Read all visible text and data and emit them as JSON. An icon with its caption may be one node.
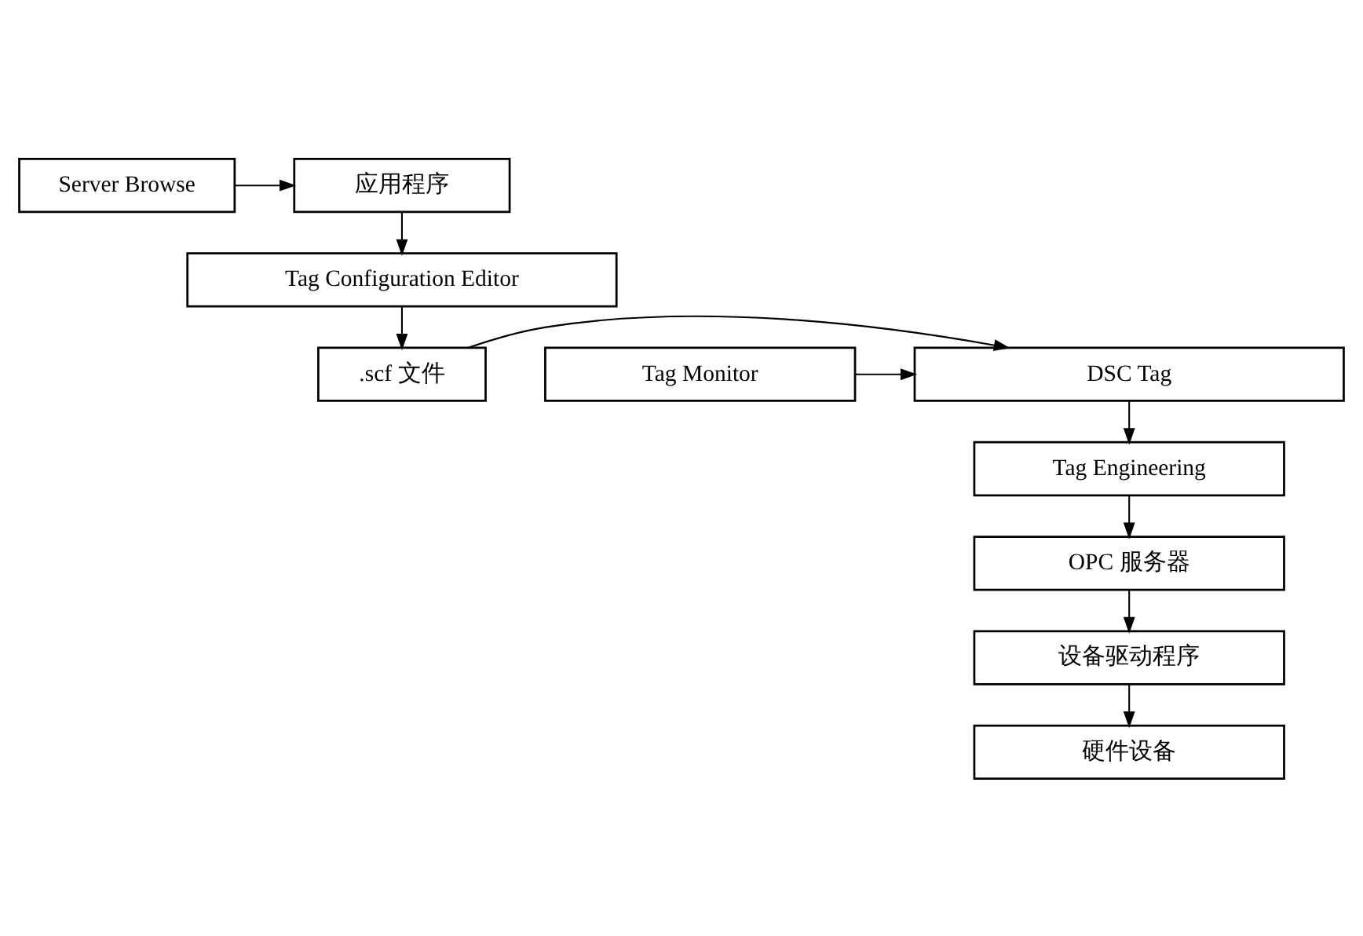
{
  "diagram": {
    "nodes": [
      {
        "text": [
          "应用程序"
        ]
      },
      {
        "text": [
          "Server Browse"
        ]
      },
      {
        "text": [
          "Tag Configuration Editor"
        ]
      },
      {
        "text": [
          ".scf 文件"
        ]
      },
      {
        "text": [
          "DSC Tag"
        ]
      },
      {
        "text": [
          "Tag Monitor"
        ]
      },
      {
        "text": [
          "Tag Engineering"
        ]
      },
      {
        "text": [
          "OPC 服务器"
        ]
      },
      {
        "text": [
          "设备驱动程序"
        ]
      },
      {
        "text": [
          "硬件设备"
        ]
      }
    ],
    "edges": [
      {
        "from": 1,
        "to": 0,
        "arrow": "to"
      },
      {
        "from": 0,
        "to": 2,
        "arrow": "to"
      },
      {
        "from": 2,
        "to": 3,
        "arrow": "to"
      },
      {
        "from": 3,
        "to": 4,
        "arrow": "to"
      },
      {
        "from": 5,
        "to": 4,
        "arrow": "to"
      },
      {
        "from": 4,
        "to": 6,
        "arrow": "to"
      },
      {
        "from": 6,
        "to": 7,
        "arrow": "to"
      },
      {
        "from": 7,
        "to": 8,
        "arrow": "to"
      },
      {
        "from": 8,
        "to": 9,
        "arrow": "to"
      }
    ]
  }
}
